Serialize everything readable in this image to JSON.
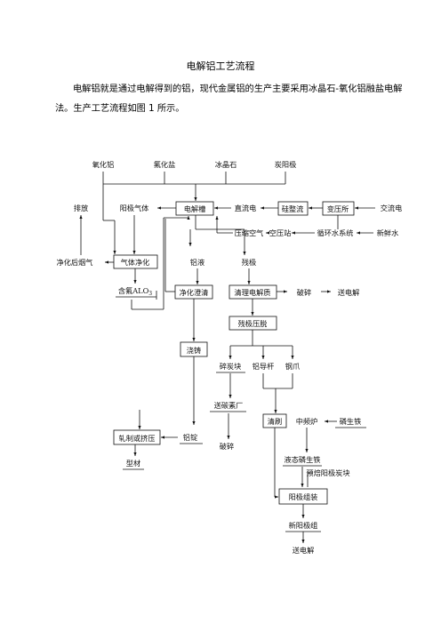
{
  "document": {
    "title": "电解铝工艺流程",
    "intro": "电解铝就是通过电解得到的铝，现代金属铝的生产主要采用冰晶石-氧化铝融盐电解法。生产工艺流程如图 1 所示。"
  },
  "flowchart": {
    "raw_materials": [
      "氧化铝",
      "氟化盐",
      "冰晶石",
      "炭阳极"
    ],
    "nodes": {
      "paifang": "排放",
      "yangji_qiti": "阳极气体",
      "dianjiecao": "电解槽",
      "zhiliudian": "直流电",
      "zhengliu": "硅整流",
      "biandiansuo": "变压所",
      "jiaoliudian": "交流电",
      "yasuo_kongqi": "压缩空气",
      "kongyazhan": "空压站",
      "xunhuanshui": "循环水系统",
      "xinxianshui": "新鲜水",
      "jinghua_yanqi": "净化后烟气",
      "qiti_jinghua": "气体净化",
      "hanfu_al2o3": "含氟ALO",
      "hanfu_al2o3_sub": "3",
      "lüye": "铝液",
      "canji": "残极",
      "jinghua_chengqing": "净化澄清",
      "qingli_dianjiezhi": "清理电解质",
      "posui_1": "破碎",
      "song_dianjie_1": "送电解",
      "canji_yatuo": "残极压脱",
      "jiaozhu": "浇铸",
      "sui_tankuai": "碎炭块",
      "lü_daogan": "铝导杆",
      "gangzhua": "钢爪",
      "song_tansulu": "送碳素厂",
      "qingshua": "清刷",
      "zhongpinlu": "中频炉",
      "lin_shengtie": "磷生铁",
      "posui_2": "破碎",
      "yazhi": "轧制或挤压",
      "lüding": "铝锭",
      "xingcai": "型材",
      "yetai_lin_shengtie": "液态磷生铁",
      "yubei_yangji": "预焙阳极炭块",
      "yangji_zuzhuang": "阳极组装",
      "xin_yangji_zu": "新阳极组",
      "song_dianjie_2": "送电解"
    }
  }
}
